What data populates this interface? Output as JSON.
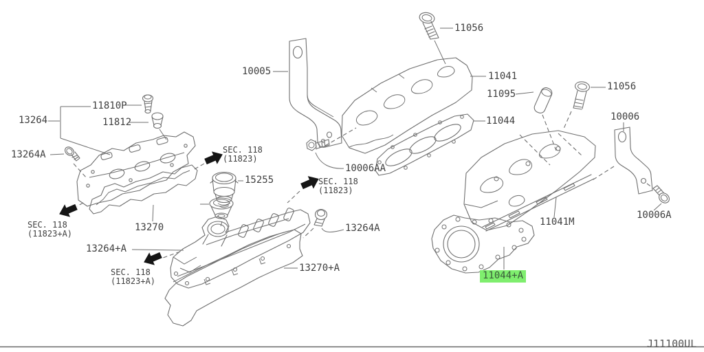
{
  "labels": {
    "n10005": "10005",
    "n10006": "10006",
    "n10006A": "10006A",
    "n10006AA": "10006AA",
    "n11041": "11041",
    "n11041M": "11041M",
    "n11044": "11044",
    "n11044pA": "11044+A",
    "n11056": "11056",
    "n11095": "11095",
    "n11810P": "11810P",
    "n11812": "11812",
    "n13264": "13264",
    "n13264A": "13264A",
    "n13264pA": "13264+A",
    "n13270": "13270",
    "n13270pA": "13270+A",
    "n15255": "15255"
  },
  "sec_refs": {
    "title": "SEC. 118",
    "base": "(11823)",
    "plus_a": "(11823+A)"
  },
  "highlight": {
    "part": "11044+A",
    "color": "#7fee6e",
    "text_color": "#3a5a3a"
  },
  "footer": {
    "drawing_code": "J11100UL"
  }
}
